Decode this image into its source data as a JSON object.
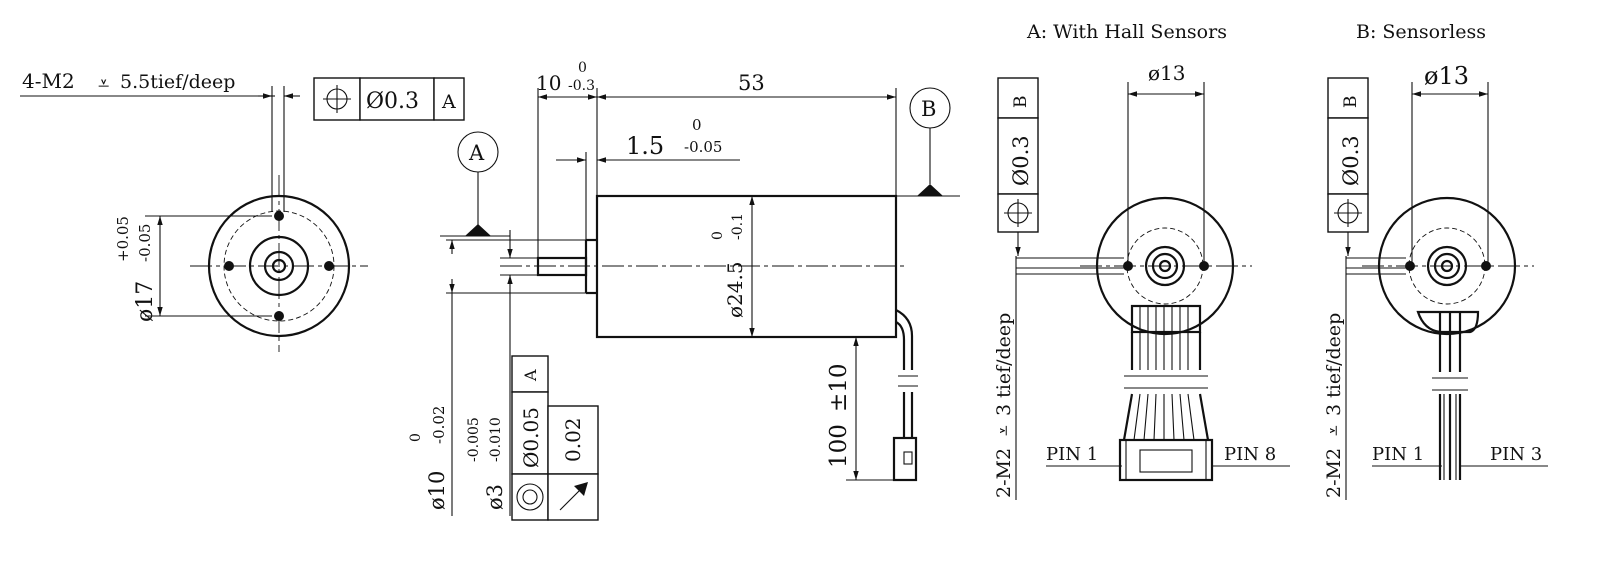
{
  "views": {
    "a_title": "A: With Hall Sensors",
    "b_title": "B: Sensorless"
  },
  "front_view": {
    "thread_note": "4-M2",
    "thread_depth": "5.5tief/deep",
    "position_tol_value": "Ø0.3",
    "position_tol_datum": "A",
    "diameter": "ø17",
    "diameter_tol_upper": "+0.05",
    "diameter_tol_lower": "-0.05"
  },
  "side_view": {
    "datum_a": "A",
    "datum_b": "B",
    "shaft_length": "10",
    "shaft_length_tol_upper": "0",
    "shaft_length_tol_lower": "-0.3",
    "body_length": "53",
    "flange_thickness": "1.5",
    "flange_tol_upper": "0",
    "flange_tol_lower": "-0.05",
    "body_diameter": "ø24.5",
    "body_diameter_tol_upper": "0",
    "body_diameter_tol_lower": "-0.1",
    "pilot_diameter": "ø10",
    "pilot_tol_upper": "0",
    "pilot_tol_lower": "-0.02",
    "shaft_diameter": "ø3",
    "shaft_tol_upper": "-0.005",
    "shaft_tol_lower": "-0.010",
    "concentricity_value": "Ø0.05",
    "concentricity_datum": "A",
    "runout_value": "0.02",
    "cable_length": "100",
    "cable_tol": "±10"
  },
  "hall_view": {
    "diameter": "ø13",
    "position_tol_value": "Ø0.3",
    "position_tol_datum": "B",
    "thread_note": "2-M2",
    "thread_depth": "3 tief/deep",
    "pin_first": "PIN 1",
    "pin_last": "PIN 8"
  },
  "sensorless_view": {
    "diameter": "ø13",
    "position_tol_value": "Ø0.3",
    "position_tol_datum": "B",
    "thread_note": "2-M2",
    "thread_depth": "3 tief/deep",
    "pin_first": "PIN 1",
    "pin_last": "PIN 3"
  }
}
